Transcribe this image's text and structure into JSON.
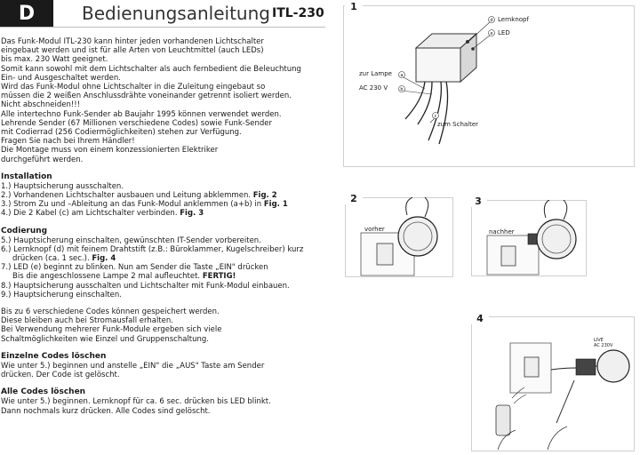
{
  "header": {
    "lang_letter": "D",
    "title": "Bedienungsanleitung",
    "model": "ITL-230"
  },
  "intro": [
    "Das Funk-Modul ITL-230 kann hinter jeden vorhandenen Lichtschalter",
    "eingebaut werden und ist für alle Arten von Leuchtmittel (auch LEDs)",
    "bis max. 230 Watt geeignet.",
    "Somit kann sowohl mit dem Lichtschalter als auch fernbedient die Beleuchtung",
    "Ein- und Ausgeschaltet werden.",
    "Wird das Funk-Modul ohne Lichtschalter in die Zuleitung eingebaut so",
    "müssen die 2 weißen Anschlussdrähte voneinander getrennt isoliert werden.",
    "Nicht abschneiden!!!",
    "Alle intertechno Funk-Sender ab Baujahr 1995 können verwendet werden.",
    "Lehrende Sender (67 Millionen verschiedene Codes) sowie Funk-Sender",
    "mit Codierrad (256 Codiermöglichkeiten) stehen zur Verfügung.",
    "Fragen Sie nach bei Ihrem Händler!",
    "Die Montage muss von einem konzessionierten Elektriker",
    "durchgeführt werden."
  ],
  "installation": {
    "heading": "Installation",
    "steps": [
      {
        "text": "1.) Hauptsicherung ausschalten.",
        "bold": ""
      },
      {
        "text": "2.) Vorhandenen Lichtschalter ausbauen und Leitung abklemmen. ",
        "bold": "Fig. 2"
      },
      {
        "text": "3.) Strom Zu und –Ableitung an das Funk-Modul anklemmen (a+b) in ",
        "bold": "Fig. 1"
      },
      {
        "text": "4.) Die 2 Kabel (c) am Lichtschalter verbinden. ",
        "bold": "Fig. 3"
      }
    ]
  },
  "codierung": {
    "heading": "Codierung",
    "steps": [
      {
        "text": "5.) Hauptsicherung einschalten, gewünschten IT-Sender vorbereiten.",
        "bold": "",
        "indent": false
      },
      {
        "text": "6.) Lernknopf (d) mit feinem Drahtstift (z.B.: Büroklammer, Kugelschreiber) kurz",
        "bold": "",
        "indent": false
      },
      {
        "text": "drücken (ca. 1 sec.). ",
        "bold": "Fig. 4",
        "indent": true
      },
      {
        "text": "7.) LED (e) beginnt zu blinken. Nun am Sender die Taste „EIN\" drücken",
        "bold": "",
        "indent": false
      },
      {
        "text": "Bis die angeschlossene Lampe 2 mal aufleuchtet. ",
        "bold": "FERTIG!",
        "indent": true
      },
      {
        "text": "8.) Hauptsicherung ausschalten und Lichtschalter mit Funk-Modul einbauen.",
        "bold": "",
        "indent": false
      },
      {
        "text": "9.) Hauptsicherung einschalten.",
        "bold": "",
        "indent": false
      }
    ]
  },
  "codes_info": [
    "Bis zu 6 verschiedene Codes können gespeichert werden.",
    "Diese bleiben auch bei Stromausfall erhalten.",
    "Bei Verwendung mehrerer Funk-Module ergeben sich viele",
    "Schaltmöglichkeiten wie Einzel und Gruppenschaltung."
  ],
  "single_delete": {
    "heading": "Einzelne Codes löschen",
    "lines": [
      "Wie unter 5.) beginnen und anstelle „EIN\" die „AUS\" Taste am Sender",
      "drücken. Der Code ist gelöscht."
    ]
  },
  "all_delete": {
    "heading": "Alle Codes löschen",
    "lines": [
      "Wie unter 5.) beginnen. Lernknopf für ca. 6 sec. drücken bis LED blinkt.",
      "Dann nochmals kurz drücken. Alle Codes sind gelöscht."
    ]
  },
  "figures": {
    "fig1": {
      "number": "1",
      "labels": {
        "d": "Lernknopf",
        "e": "LED",
        "a": "zur Lampe",
        "b": "AC 230 V",
        "c": "zum Schalter"
      },
      "letters": {
        "d": "d",
        "e": "e",
        "a": "a",
        "b": "b",
        "c": "c"
      }
    },
    "fig2": {
      "number": "2",
      "caption": "vorher"
    },
    "fig3": {
      "number": "3",
      "caption": "nachher"
    },
    "fig4": {
      "number": "4",
      "live": "LIVE",
      "ac": "AC 230V"
    }
  }
}
